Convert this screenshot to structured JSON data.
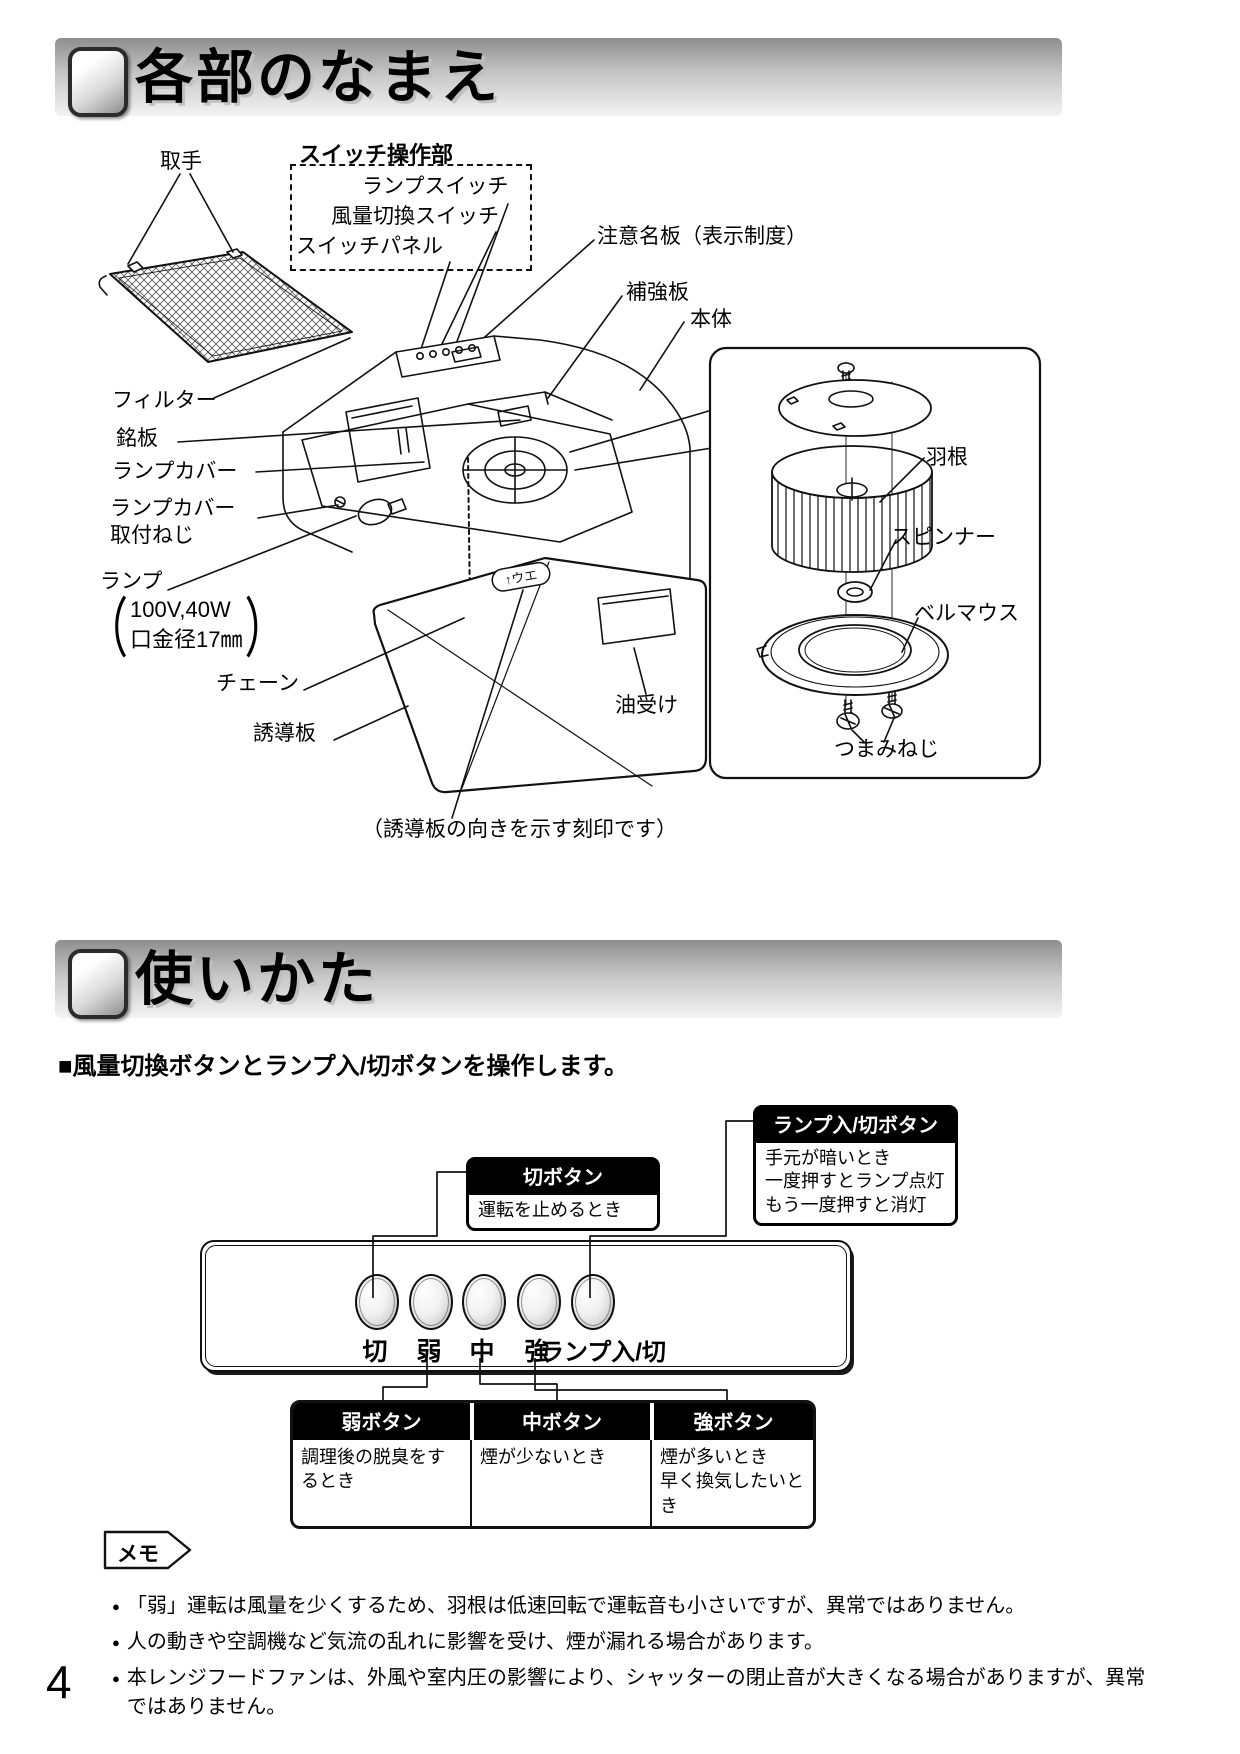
{
  "page": {
    "number": "4"
  },
  "section1": {
    "title": "各部のなまえ",
    "labels": {
      "handle": "取手",
      "switch_section": "スイッチ操作部",
      "lamp_switch": "ランプスイッチ",
      "fan_speed_switch": "風量切換スイッチ",
      "switch_panel": "スイッチパネル",
      "caution_plate": "注意名板（表示制度）",
      "reinforcement_plate": "補強板",
      "body": "本体",
      "filter": "フィルター",
      "nameplate": "銘板",
      "lamp_cover": "ランプカバー",
      "lamp_cover_screw": "ランプカバー\n取付ねじ",
      "lamp": "ランプ",
      "lamp_paren_open": "（",
      "lamp_paren_close": "）",
      "lamp_spec_1": "100V,40W",
      "lamp_spec_2": "口金径17㎜",
      "chain": "チェーン",
      "guide_plate": "誘導板",
      "oil_tray": "油受け",
      "caption": "（誘導板の向きを示す刻印です）",
      "blade": "羽根",
      "spinner": "スピンナー",
      "bell_mouth": "ベルマウス",
      "thumb_screw": "つまみねじ",
      "engraving_mark": "↑ウエ"
    }
  },
  "section2": {
    "title": "使いかた",
    "intro": "■風量切換ボタンとランプ入/切ボタンを操作します。",
    "lamp_callout": {
      "title": "ランプ入/切ボタン",
      "lines": [
        "手元が暗いとき",
        "一度押すとランプ点灯",
        "もう一度押すと消灯"
      ]
    },
    "off_callout": {
      "title": "切ボタン",
      "body": "運転を止めるとき"
    },
    "buttons": [
      "切",
      "弱",
      "中",
      "強",
      "ランプ入/切"
    ],
    "table": {
      "headers": [
        "弱ボタン",
        "中ボタン",
        "強ボタン"
      ],
      "cells": [
        "調理後の脱臭をするとき",
        "煙が少ないとき",
        "煙が多いとき\n早く換気したいとき"
      ]
    },
    "memo": {
      "label": "メモ",
      "bullet": "●",
      "items": [
        "「弱」運転は風量を少くするため、羽根は低速回転で運転音も小さいですが、異常ではありません。",
        "人の動きや空調機など気流の乱れに影響を受け、煙が漏れる場合があります。",
        "本レンジフードファンは、外風や室内圧の影響により、シャッターの閉止音が大きくなる場合がありますが、異常ではありません。"
      ]
    }
  },
  "colors": {
    "line": "#111111",
    "callout_header_bg": "#000000",
    "band_top": "#8e8e8e",
    "band_bottom": "#f3f3f3"
  }
}
